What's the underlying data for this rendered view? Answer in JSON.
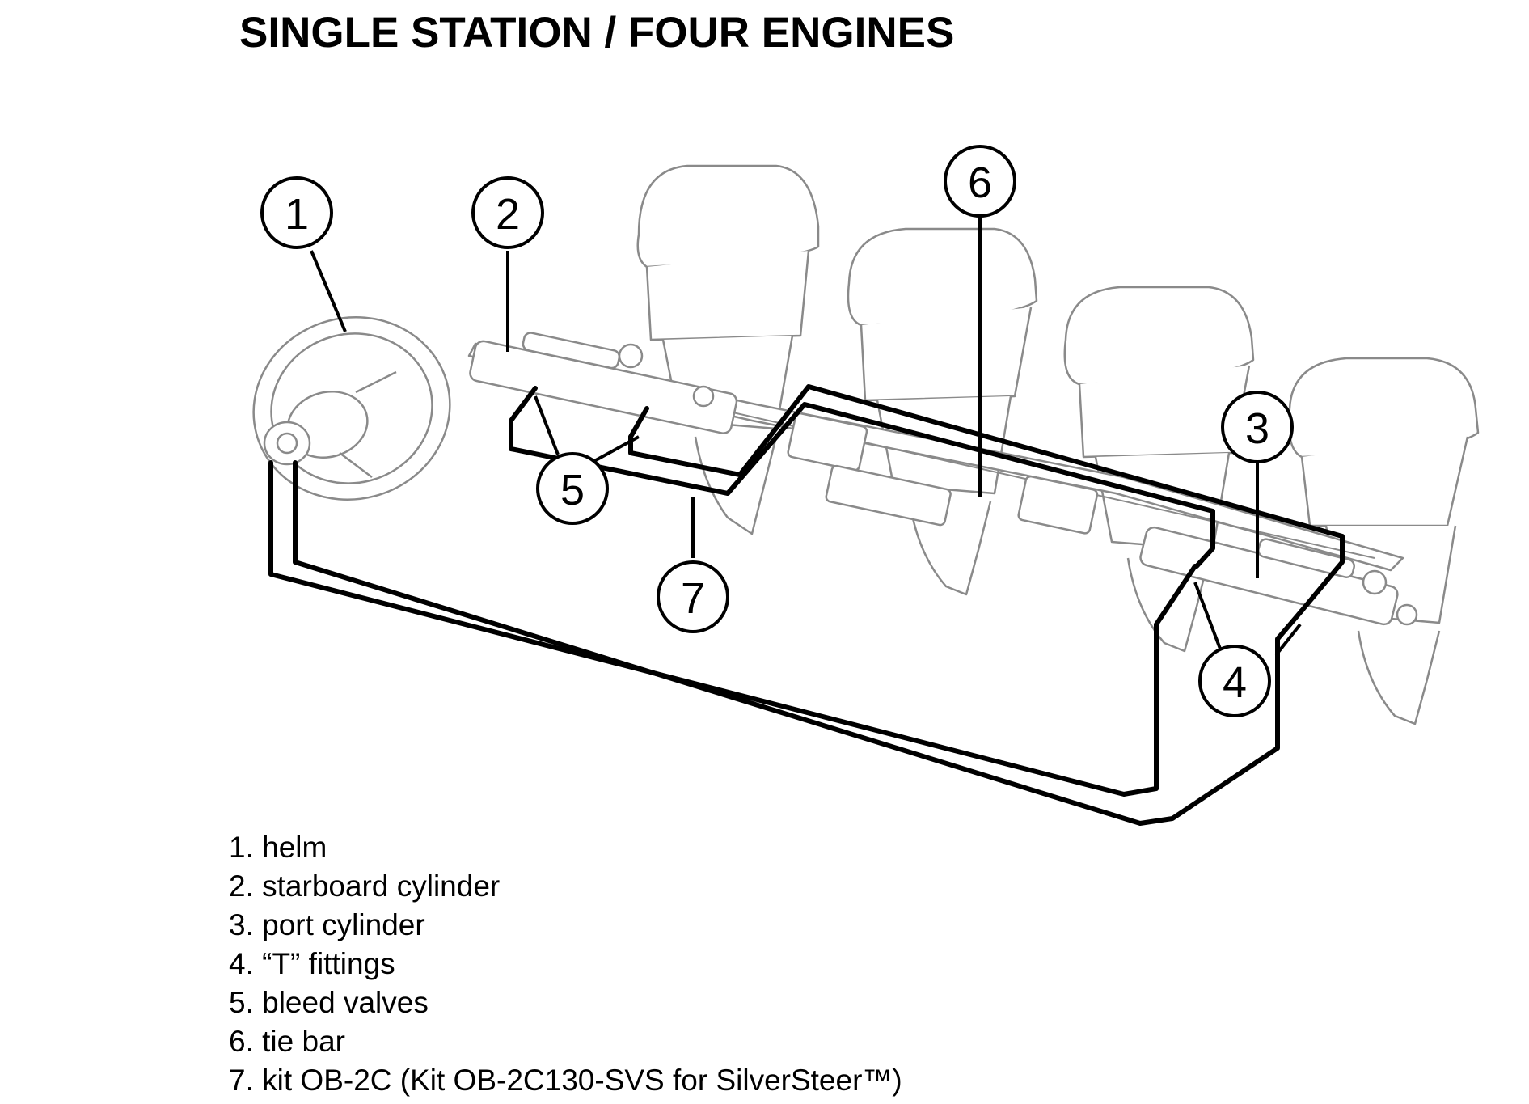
{
  "title": "SINGLE STATION / FOUR ENGINES",
  "callouts": [
    "1",
    "2",
    "3",
    "4",
    "5",
    "6",
    "7"
  ],
  "legend": [
    "1. helm",
    "2. starboard cylinder",
    "3. port cylinder",
    "4. “T” fittings",
    "5. bleed valves",
    "6. tie bar",
    "7. kit OB-2C (Kit OB-2C130-SVS for SilverSteer™)"
  ],
  "colors": {
    "line": "#000000",
    "drawing": "#8a8a8a",
    "background": "#ffffff"
  }
}
